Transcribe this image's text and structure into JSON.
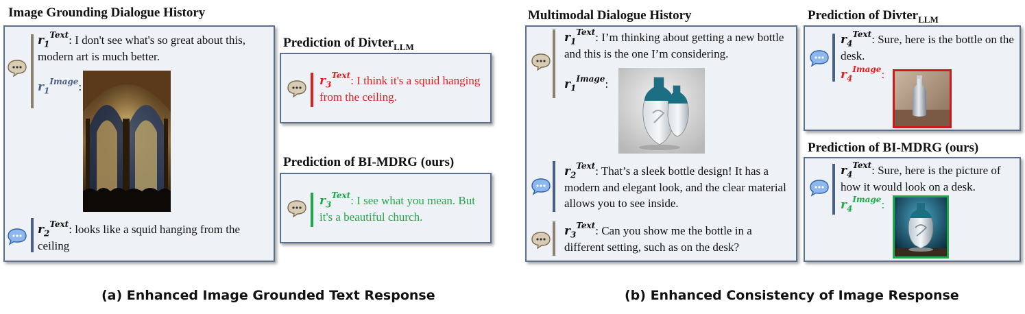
{
  "left": {
    "history_title": "Image Grounding Dialogue History",
    "r1_text_label": {
      "r": "r",
      "sub": "1",
      "sup": "Text"
    },
    "r1_text": ": I don't see what's so great about this, modern art is much better.",
    "r1_image_label": {
      "r": "r",
      "sub": "1",
      "sup": "Image"
    },
    "r2_text_label": {
      "r": "r",
      "sub": "2",
      "sup": "Text"
    },
    "r2_text": ": looks like a squid hanging from the ceiling",
    "divter_title": "Prediction of Divter",
    "divter_sub": "LLM",
    "divter_label": {
      "r": "r",
      "sub": "3",
      "sup": "Text"
    },
    "divter_text": ": I think it's a squid hanging from the ceiling.",
    "bimdrg_title": "Prediction of BI-MDRG (ours)",
    "bimdrg_label": {
      "r": "r",
      "sub": "3",
      "sup": "Text"
    },
    "bimdrg_text": ": I see what you mean. But it's a beautiful church.",
    "caption": "(a) Enhanced Image Grounded Text Response"
  },
  "right": {
    "history_title": "Multimodal Dialogue History",
    "r1_text_label": {
      "r": "r",
      "sub": "1",
      "sup": "Text"
    },
    "r1_text": ": I’m thinking about getting a new bottle and this is the one I’m considering.",
    "r1_image_label": {
      "r": "r",
      "sub": "1",
      "sup": "Image"
    },
    "r2_text_label": {
      "r": "r",
      "sub": "2",
      "sup": "Text"
    },
    "r2_text": ": That’s a sleek bottle design! It has a modern and elegant look, and the clear material allows you to see inside.",
    "r3_text_label": {
      "r": "r",
      "sub": "3",
      "sup": "Text"
    },
    "r3_text": ": Can you show me the bottle in a different setting, such as on the desk?",
    "divter_title": "Prediction of Divter",
    "divter_sub": "LLM",
    "divter_label": {
      "r": "r",
      "sub": "4",
      "sup": "Text"
    },
    "divter_text": ": Sure, here is the bottle on the desk.",
    "divter_image_label": {
      "r": "r",
      "sub": "4",
      "sup": "Image"
    },
    "bimdrg_title": "Prediction of BI-MDRG (ours)",
    "bimdrg_label": {
      "r": "r",
      "sub": "4",
      "sup": "Text"
    },
    "bimdrg_text": ": Sure, here is the picture of how it would look on a desk.",
    "bimdrg_image_label": {
      "r": "r",
      "sub": "4",
      "sup": "Image"
    },
    "caption": "(b) Enhanced Consistency of Image Response"
  },
  "colors": {
    "panel_bg": "#eef1f6",
    "panel_border": "#5b6f8a",
    "user_bar": "#8a8070",
    "bot_bar": "#4a5f88",
    "wrong": "#e02020",
    "correct": "#1fa84a",
    "user_bubble": "#d9ccb4",
    "bot_bubble": "#8eb8ec"
  },
  "icons": {
    "user": "speech-bubble-icon-beige",
    "bot": "speech-bubble-icon-blue"
  }
}
